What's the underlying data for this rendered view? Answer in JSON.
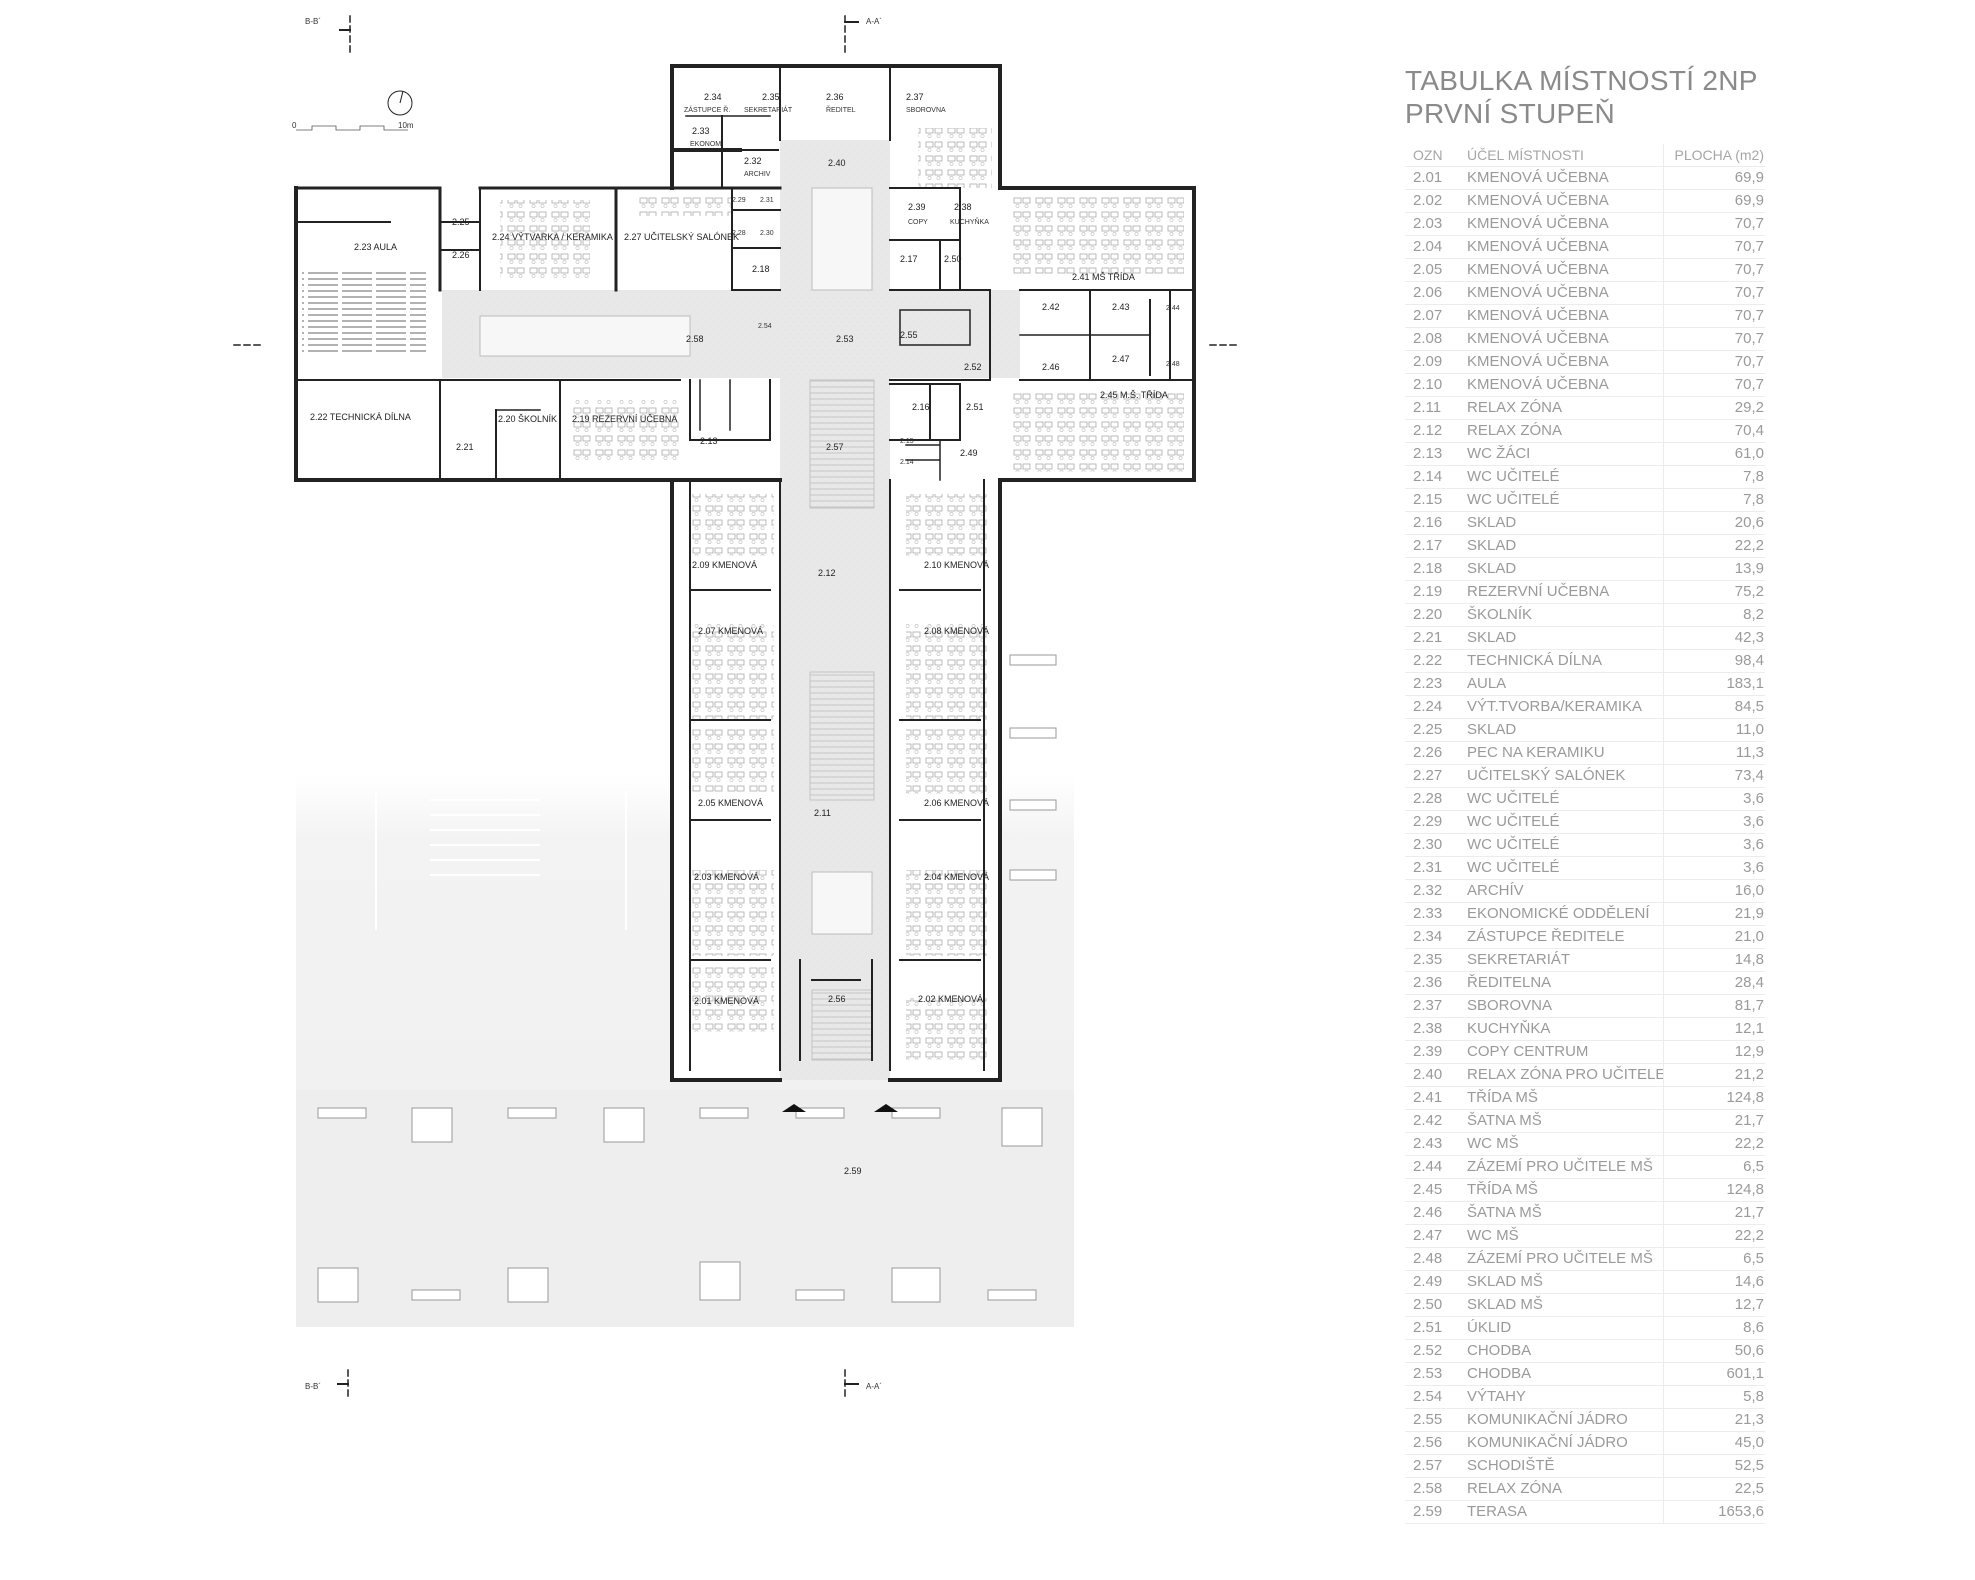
{
  "sheet": {
    "section_labels": [
      "B-B´",
      "A-A´",
      "B-B´",
      "A-A´"
    ],
    "scale_bar": {
      "zero": "0",
      "max": "10m"
    },
    "fill_colors": {
      "wall": "#222222",
      "floor": "#e9e9e9",
      "terrace": "#f0f0f0",
      "void": "#ffffff"
    }
  },
  "plan_labels": [
    {
      "id": "r223",
      "text": "2.23 AULA"
    },
    {
      "id": "r225",
      "text": "2.25"
    },
    {
      "id": "r226",
      "text": "2.26"
    },
    {
      "id": "r224",
      "text": "2.24 VÝTVARKA / KERAMIKA"
    },
    {
      "id": "r227",
      "text": "2.27 UČITELSKÝ SALÓNEK"
    },
    {
      "id": "r229",
      "text": "2.29"
    },
    {
      "id": "r231",
      "text": "2.31"
    },
    {
      "id": "r228",
      "text": "2.28"
    },
    {
      "id": "r230",
      "text": "2.30"
    },
    {
      "id": "r218",
      "text": "2.18"
    },
    {
      "id": "r234",
      "text": "2.34"
    },
    {
      "id": "r234b",
      "text": "ZÁSTUPCE Ř."
    },
    {
      "id": "r235",
      "text": "2.35"
    },
    {
      "id": "r235b",
      "text": "SEKRETARIÁT"
    },
    {
      "id": "r236",
      "text": "2.36"
    },
    {
      "id": "r236b",
      "text": "ŘEDITEL"
    },
    {
      "id": "r237",
      "text": "2.37"
    },
    {
      "id": "r237b",
      "text": "SBOROVNA"
    },
    {
      "id": "r233",
      "text": "2.33"
    },
    {
      "id": "r233b",
      "text": "EKONOM."
    },
    {
      "id": "r232",
      "text": "2.32"
    },
    {
      "id": "r232b",
      "text": "ARCHIV"
    },
    {
      "id": "r240",
      "text": "2.40"
    },
    {
      "id": "r239",
      "text": "2.39"
    },
    {
      "id": "r239b",
      "text": "COPY"
    },
    {
      "id": "r238",
      "text": "2.38"
    },
    {
      "id": "r238b",
      "text": "KUCHYŇKA"
    },
    {
      "id": "r217",
      "text": "2.17"
    },
    {
      "id": "r250",
      "text": "2.50"
    },
    {
      "id": "r241",
      "text": "2.41 MŠ TŘÍDA"
    },
    {
      "id": "r242",
      "text": "2.42"
    },
    {
      "id": "r243",
      "text": "2.43"
    },
    {
      "id": "r244",
      "text": "2.44"
    },
    {
      "id": "r247",
      "text": "2.47"
    },
    {
      "id": "r248",
      "text": "2.48"
    },
    {
      "id": "r246",
      "text": "2.46"
    },
    {
      "id": "r245",
      "text": "2.45 M.Š. TŘÍDA"
    },
    {
      "id": "r258",
      "text": "2.58"
    },
    {
      "id": "r254",
      "text": "2.54"
    },
    {
      "id": "r253",
      "text": "2.53"
    },
    {
      "id": "r255",
      "text": "2.55"
    },
    {
      "id": "r252",
      "text": "2.52"
    },
    {
      "id": "r222",
      "text": "2.22 TECHNICKÁ DÍLNA"
    },
    {
      "id": "r220",
      "text": "2.20 ŠKOLNÍK"
    },
    {
      "id": "r221",
      "text": "2.21"
    },
    {
      "id": "r219",
      "text": "2.19 REZERVNÍ UČEBNA"
    },
    {
      "id": "r213",
      "text": "2.13"
    },
    {
      "id": "r257",
      "text": "2.57"
    },
    {
      "id": "r216",
      "text": "2.16"
    },
    {
      "id": "r251",
      "text": "2.51"
    },
    {
      "id": "r215",
      "text": "2.15"
    },
    {
      "id": "r214",
      "text": "2.14"
    },
    {
      "id": "r249",
      "text": "2.49"
    },
    {
      "id": "r209",
      "text": "2.09 KMENOVÁ"
    },
    {
      "id": "r210",
      "text": "2.10 KMENOVÁ"
    },
    {
      "id": "r212",
      "text": "2.12"
    },
    {
      "id": "r207",
      "text": "2.07 KMENOVÁ"
    },
    {
      "id": "r208",
      "text": "2.08 KMENOVÁ"
    },
    {
      "id": "r205",
      "text": "2.05 KMENOVÁ"
    },
    {
      "id": "r206",
      "text": "2.06 KMENOVÁ"
    },
    {
      "id": "r211",
      "text": "2.11"
    },
    {
      "id": "r203",
      "text": "2.03 KMENOVÁ"
    },
    {
      "id": "r204",
      "text": "2.04 KMENOVÁ"
    },
    {
      "id": "r201",
      "text": "2.01 KMENOVÁ"
    },
    {
      "id": "r256",
      "text": "2.56"
    },
    {
      "id": "r202",
      "text": "2.02 KMENOVÁ"
    },
    {
      "id": "r259",
      "text": "2.59"
    }
  ],
  "room_table": {
    "title_line1": "TABULKA MÍSTNOSTÍ 2NP",
    "title_line2": "PRVNÍ STUPEŇ",
    "headers": {
      "code": "OZN",
      "purpose": "ÚČEL MÍSTNOSTI",
      "area": "PLOCHA (m2)"
    },
    "rows": [
      {
        "code": "2.01",
        "purpose": "KMENOVÁ UČEBNA",
        "area": "69,9"
      },
      {
        "code": "2.02",
        "purpose": "KMENOVÁ UČEBNA",
        "area": "69,9"
      },
      {
        "code": "2.03",
        "purpose": "KMENOVÁ UČEBNA",
        "area": "70,7"
      },
      {
        "code": "2.04",
        "purpose": "KMENOVÁ UČEBNA",
        "area": "70,7"
      },
      {
        "code": "2.05",
        "purpose": "KMENOVÁ UČEBNA",
        "area": "70,7"
      },
      {
        "code": "2.06",
        "purpose": "KMENOVÁ UČEBNA",
        "area": "70,7"
      },
      {
        "code": "2.07",
        "purpose": "KMENOVÁ UČEBNA",
        "area": "70,7"
      },
      {
        "code": "2.08",
        "purpose": "KMENOVÁ UČEBNA",
        "area": "70,7"
      },
      {
        "code": "2.09",
        "purpose": "KMENOVÁ UČEBNA",
        "area": "70,7"
      },
      {
        "code": "2.10",
        "purpose": "KMENOVÁ UČEBNA",
        "area": "70,7"
      },
      {
        "code": "2.11",
        "purpose": "RELAX ZÓNA",
        "area": "29,2"
      },
      {
        "code": "2.12",
        "purpose": "RELAX ZÓNA",
        "area": "70,4"
      },
      {
        "code": "2.13",
        "purpose": "WC ŽÁCI",
        "area": "61,0"
      },
      {
        "code": "2.14",
        "purpose": "WC UČITELÉ",
        "area": "7,8"
      },
      {
        "code": "2.15",
        "purpose": "WC UČITELÉ",
        "area": "7,8"
      },
      {
        "code": "2.16",
        "purpose": "SKLAD",
        "area": "20,6"
      },
      {
        "code": "2.17",
        "purpose": "SKLAD",
        "area": "22,2"
      },
      {
        "code": "2.18",
        "purpose": "SKLAD",
        "area": "13,9"
      },
      {
        "code": "2.19",
        "purpose": "REZERVNÍ UČEBNA",
        "area": "75,2"
      },
      {
        "code": "2.20",
        "purpose": "ŠKOLNÍK",
        "area": "8,2"
      },
      {
        "code": "2.21",
        "purpose": "SKLAD",
        "area": "42,3"
      },
      {
        "code": "2.22",
        "purpose": "TECHNICKÁ DÍLNA",
        "area": "98,4"
      },
      {
        "code": "2.23",
        "purpose": "AULA",
        "area": "183,1"
      },
      {
        "code": "2.24",
        "purpose": "VÝT.TVORBA/KERAMIKA",
        "area": "84,5"
      },
      {
        "code": "2.25",
        "purpose": "SKLAD",
        "area": "11,0"
      },
      {
        "code": "2.26",
        "purpose": "PEC NA KERAMIKU",
        "area": "11,3"
      },
      {
        "code": "2.27",
        "purpose": "UČITELSKÝ SALÓNEK",
        "area": "73,4"
      },
      {
        "code": "2.28",
        "purpose": "WC UČITELÉ",
        "area": "3,6"
      },
      {
        "code": "2.29",
        "purpose": "WC UČITELÉ",
        "area": "3,6"
      },
      {
        "code": "2.30",
        "purpose": "WC UČITELÉ",
        "area": "3,6"
      },
      {
        "code": "2.31",
        "purpose": "WC UČITELÉ",
        "area": "3,6"
      },
      {
        "code": "2.32",
        "purpose": "ARCHÍV",
        "area": "16,0"
      },
      {
        "code": "2.33",
        "purpose": "EKONOMICKÉ ODDĚLENÍ",
        "area": "21,9"
      },
      {
        "code": "2.34",
        "purpose": "ZÁSTUPCE ŘEDITELE",
        "area": "21,0"
      },
      {
        "code": "2.35",
        "purpose": "SEKRETARIÁT",
        "area": "14,8"
      },
      {
        "code": "2.36",
        "purpose": "ŘEDITELNA",
        "area": "28,4"
      },
      {
        "code": "2.37",
        "purpose": "SBOROVNA",
        "area": "81,7"
      },
      {
        "code": "2.38",
        "purpose": "KUCHYŇKA",
        "area": "12,1"
      },
      {
        "code": "2.39",
        "purpose": "COPY CENTRUM",
        "area": "12,9"
      },
      {
        "code": "2.40",
        "purpose": "RELAX ZÓNA PRO UČITELE",
        "area": "21,2"
      },
      {
        "code": "2.41",
        "purpose": "TŘÍDA MŠ",
        "area": "124,8"
      },
      {
        "code": "2.42",
        "purpose": "ŠATNA MŠ",
        "area": "21,7"
      },
      {
        "code": "2.43",
        "purpose": "WC MŠ",
        "area": "22,2"
      },
      {
        "code": "2.44",
        "purpose": "ZÁZEMÍ PRO UČITELE MŠ",
        "area": "6,5"
      },
      {
        "code": "2.45",
        "purpose": "TŘÍDA MŠ",
        "area": "124,8"
      },
      {
        "code": "2.46",
        "purpose": "ŠATNA MŠ",
        "area": "21,7"
      },
      {
        "code": "2.47",
        "purpose": "WC MŠ",
        "area": "22,2"
      },
      {
        "code": "2.48",
        "purpose": "ZÁZEMÍ PRO UČITELE MŠ",
        "area": "6,5"
      },
      {
        "code": "2.49",
        "purpose": "SKLAD MŠ",
        "area": "14,6"
      },
      {
        "code": "2.50",
        "purpose": "SKLAD MŠ",
        "area": "12,7"
      },
      {
        "code": "2.51",
        "purpose": "ÚKLID",
        "area": "8,6"
      },
      {
        "code": "2.52",
        "purpose": "CHODBA",
        "area": "50,6"
      },
      {
        "code": "2.53",
        "purpose": "CHODBA",
        "area": "601,1"
      },
      {
        "code": "2.54",
        "purpose": "VÝTAHY",
        "area": "5,8"
      },
      {
        "code": "2.55",
        "purpose": "KOMUNIKAČNÍ JÁDRO",
        "area": "21,3"
      },
      {
        "code": "2.56",
        "purpose": "KOMUNIKAČNÍ JÁDRO",
        "area": "45,0"
      },
      {
        "code": "2.57",
        "purpose": "SCHODIŠTĚ",
        "area": "52,5"
      },
      {
        "code": "2.58",
        "purpose": "RELAX ZÓNA",
        "area": "22,5"
      },
      {
        "code": "2.59",
        "purpose": "TERASA",
        "area": "1653,6"
      }
    ]
  }
}
